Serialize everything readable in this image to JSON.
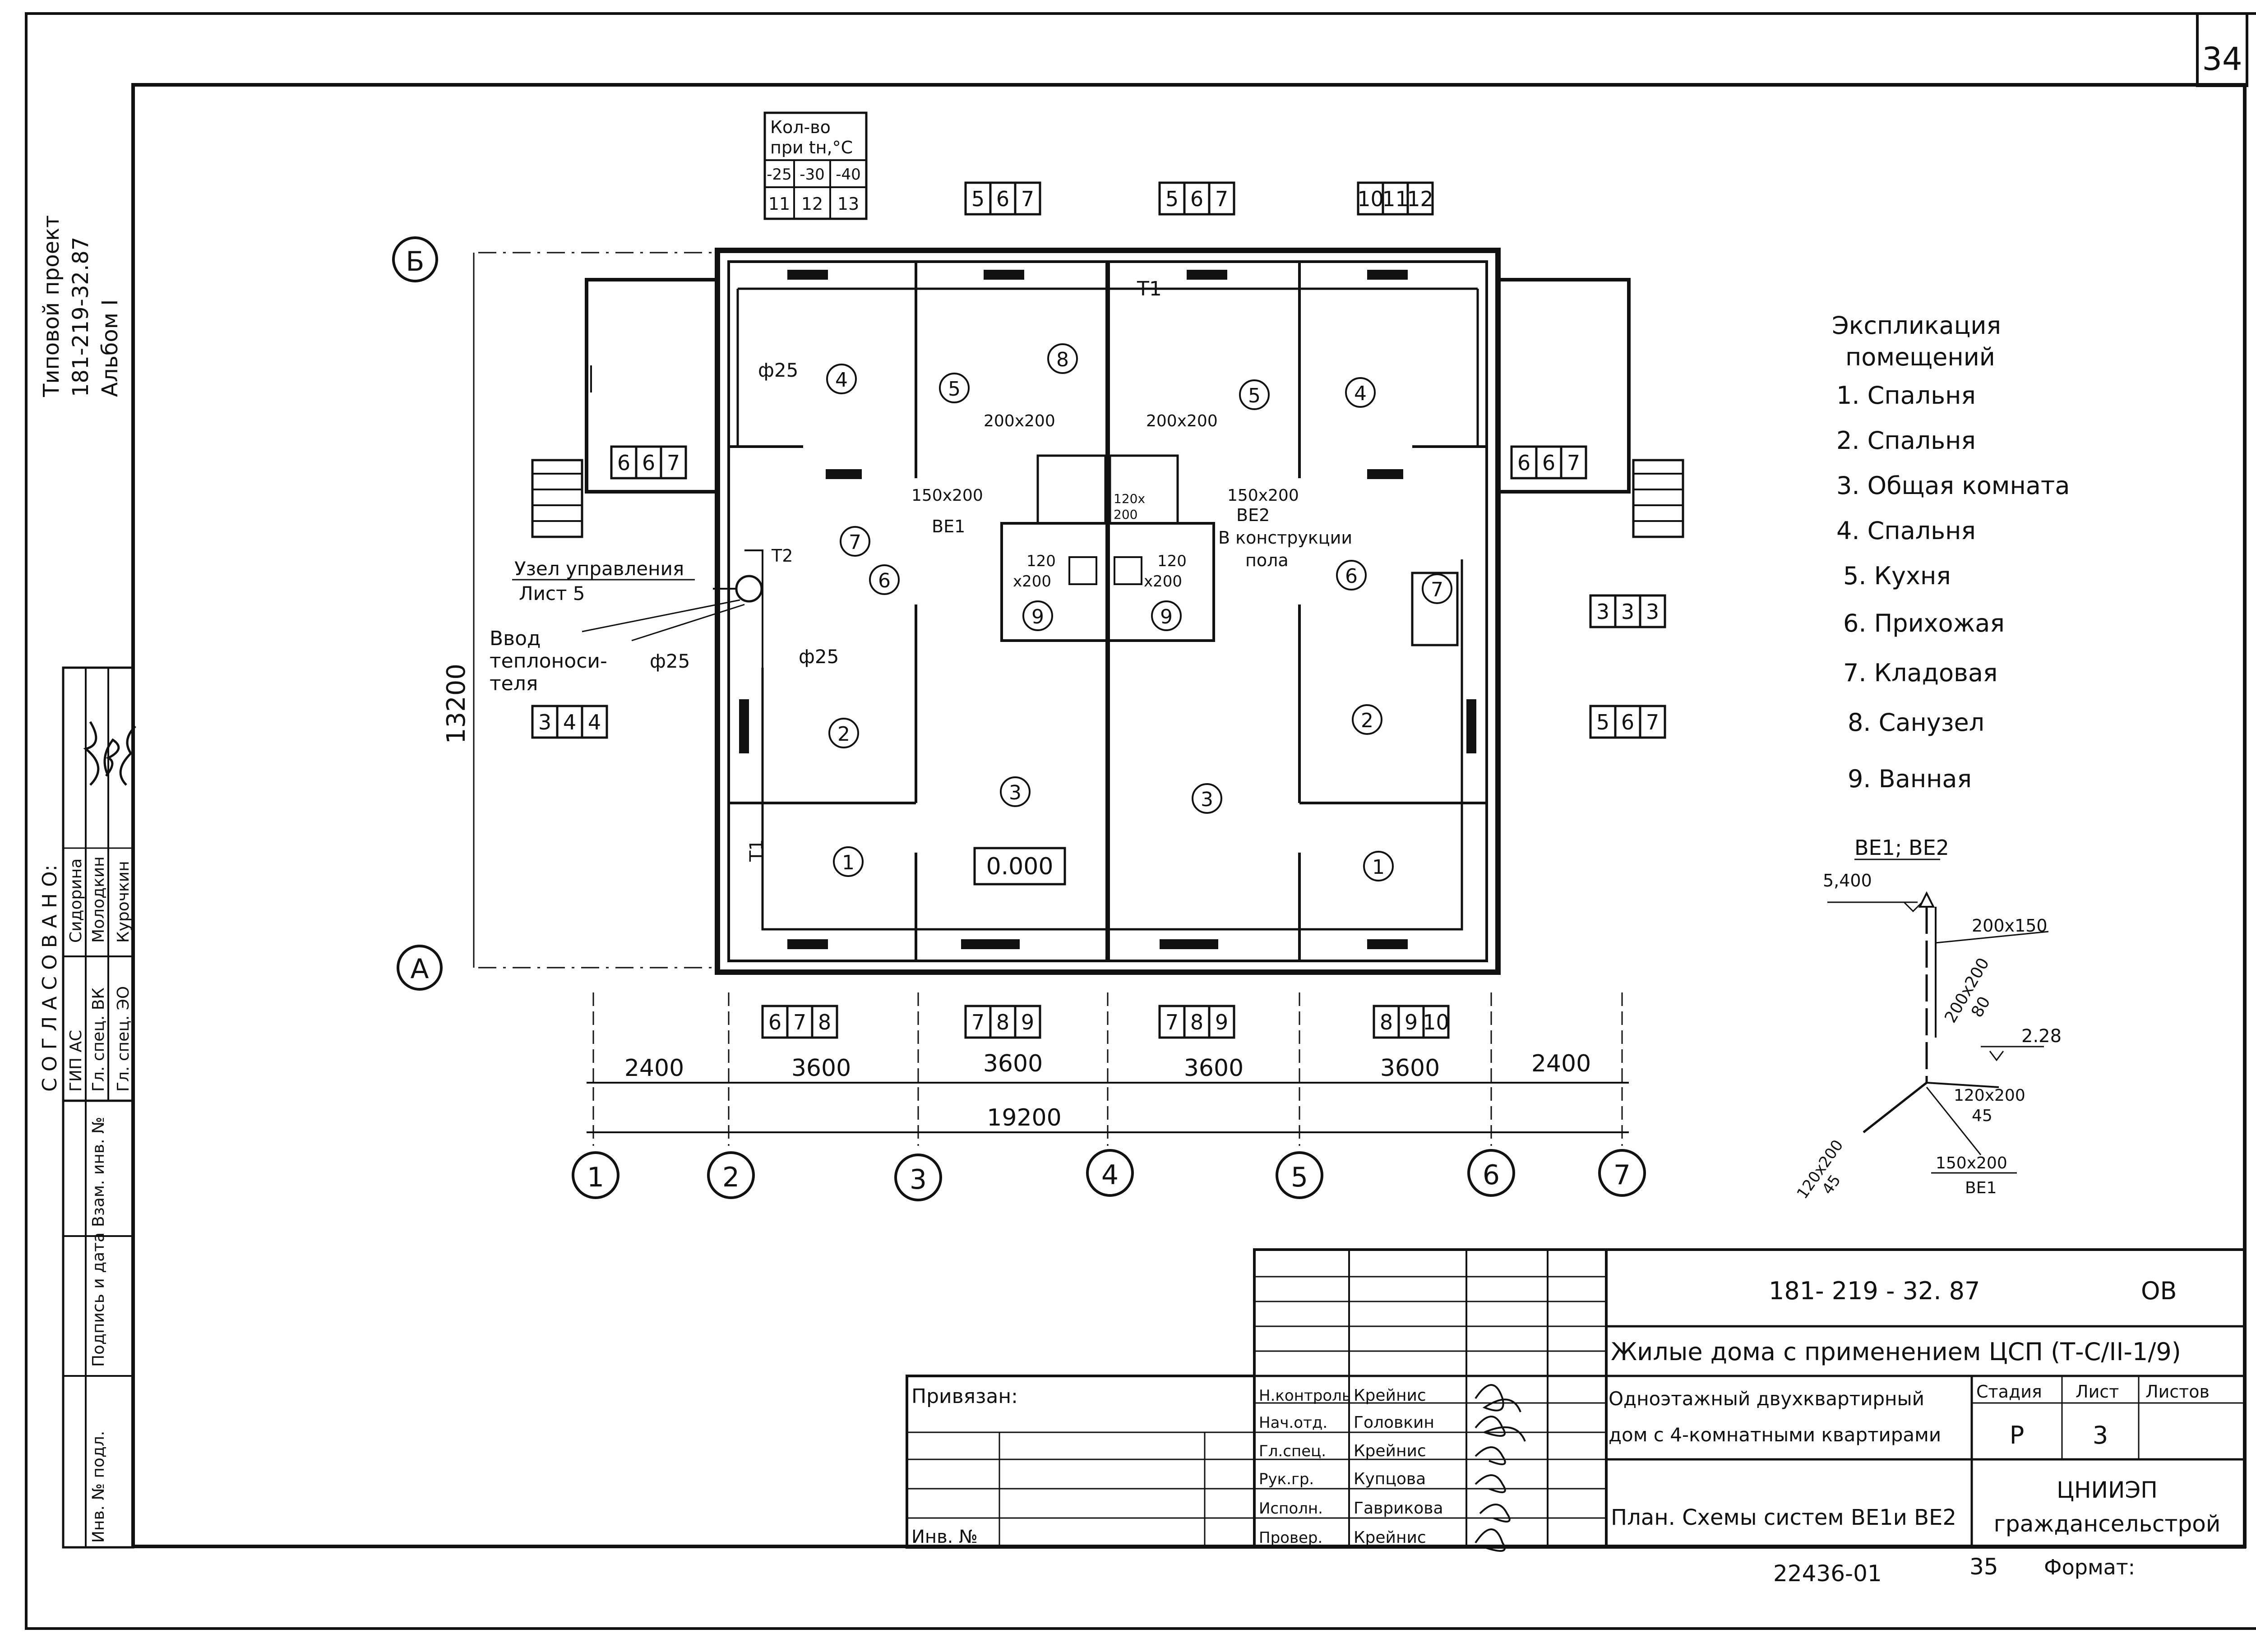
{
  "sheet": {
    "page_number": "34",
    "side_stamp": [
      "Типовой проект",
      "181-219-32.87",
      "Альбом I"
    ]
  },
  "approvals": {
    "title": "С О Г Л А С О В А Н О:",
    "rows": [
      {
        "role": "ГИП АС",
        "name": "Сидорина"
      },
      {
        "role": "Гл. спец. ВК",
        "name": "Молодкин"
      },
      {
        "role": "Гл. спец. ЭО",
        "name": "Курочкин"
      }
    ]
  },
  "left_stub": [
    "Взам. инв. №",
    "Подпись и дата",
    "Инв. № подл."
  ],
  "plan": {
    "axes_letters": [
      "Б",
      "А"
    ],
    "axes_numbers": [
      "1",
      "2",
      "3",
      "4",
      "5",
      "6",
      "7"
    ],
    "dims_spans": [
      "2400",
      "3600",
      "3600",
      "3600",
      "3600",
      "2400"
    ],
    "dim_total": "19200",
    "dim_height": "13200",
    "room_numbers": [
      "4",
      "5",
      "5",
      "4",
      "8",
      "7",
      "6",
      "6",
      "7",
      "2",
      "3",
      "3",
      "2",
      "1",
      "1",
      "9",
      "9"
    ],
    "level_mark": "0.000",
    "legend_table": {
      "header": [
        "Кол-во",
        "при tн,°С"
      ],
      "temps": [
        "-25",
        "-30",
        "-40"
      ],
      "counts": [
        "11",
        "12",
        "13"
      ]
    },
    "count_boxes": [
      [
        "5",
        "6",
        "7"
      ],
      [
        "5",
        "6",
        "7"
      ],
      [
        "10",
        "11",
        "12"
      ],
      [
        "6",
        "6",
        "7"
      ],
      [
        "6",
        "6",
        "7"
      ],
      [
        "3",
        "3",
        "3"
      ],
      [
        "3",
        "4",
        "4"
      ],
      [
        "5",
        "6",
        "7"
      ],
      [
        "6",
        "7",
        "8"
      ],
      [
        "7",
        "8",
        "9"
      ],
      [
        "7",
        "8",
        "9"
      ],
      [
        "8",
        "9",
        "10"
      ]
    ],
    "labels": {
      "pipe_t1_top": "Т1",
      "pipe_t1_left": "Т1",
      "pipe_t2": "Т2",
      "phi25_a": "ф25",
      "phi25_b": "ф25",
      "phi25_c": "ф25",
      "node_line1": "Узел управления",
      "node_line2": "Лист 5",
      "input_line1": "Ввод",
      "input_line2": "теплоноси-",
      "input_line3": "теля",
      "duct_200a": "200х200",
      "duct_200b": "200х200",
      "duct_150a": "150х200",
      "duct_150b": "150х200",
      "be1": "ВЕ1",
      "be2": "ВЕ2",
      "in_floor1": "В конструкции",
      "in_floor2": "пола",
      "small_120a": "120",
      "small_x200a": "х200",
      "small_120b": "120",
      "small_x200b": "х200",
      "small_120x": "120х",
      "small_200": "200"
    }
  },
  "explication": {
    "title_line1": "Экспликация",
    "title_line2": "помещений",
    "items": [
      "1. Спальня",
      "2. Спальня",
      "3. Общая комната",
      "4. Спальня",
      "5. Кухня",
      "6. Прихожая",
      "7. Кладовая",
      "8. Санузел",
      "9. Ванная"
    ]
  },
  "schema": {
    "title": "ВЕ1; ВЕ2",
    "mark_top": "5,400",
    "mark_mid": "2.28",
    "d1": "200х150",
    "d2": "200х200",
    "d2b": "80",
    "d3": "120х200",
    "d3b": "45",
    "d4": "120х200",
    "d4b": "45",
    "d5": "150х200",
    "d5b": "ВЕ1"
  },
  "title_block": {
    "code": "181- 219 - 32. 87",
    "mark": "ОВ",
    "project_title": "Жилые дома с применением ЦСП (Т-С/II-1/9)",
    "object_line1": "Одноэтажный двухквартирный",
    "object_line2": "дом с 4-комнатными квартирами",
    "stage_header": "Стадия",
    "sheet_header": "Лист",
    "sheets_header": "Листов",
    "stage": "Р",
    "sheet_no": "3",
    "sheet_title": "План. Схемы систем ВЕ1и ВЕ2",
    "org_line1": "ЦНИИЭП",
    "org_line2": "граждансельстрой",
    "privyazan": "Привязан:",
    "inv_no": "Инв. №",
    "roles": [
      "Н.контроль",
      "Нач.отд.",
      "Гл.спец.",
      "Рук.гр.",
      "Исполн.",
      "Провер."
    ],
    "names": [
      "Крейнис",
      "Головкин",
      "Крейнис",
      "Купцова",
      "Гаврикова",
      "Крейнис"
    ],
    "footer_code": "22436-01",
    "footer_page": "35",
    "format_label": "Формат:"
  }
}
